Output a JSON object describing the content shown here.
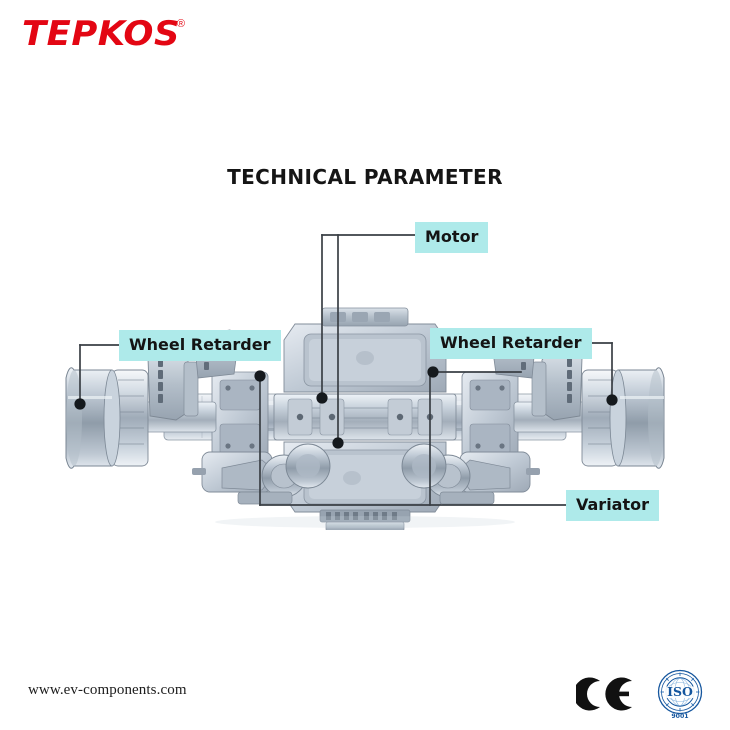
{
  "brand": {
    "name": "TEPKOS",
    "registered_mark": "®",
    "color": "#e30613"
  },
  "title": "TECHNICAL PARAMETER",
  "accent_color": "#aeeaea",
  "leader_color": "#3a3f45",
  "callouts": [
    {
      "id": "motor",
      "label": "Motor"
    },
    {
      "id": "retarder_l",
      "label": "Wheel Retarder"
    },
    {
      "id": "retarder_r",
      "label": "Wheel Retarder"
    },
    {
      "id": "variator",
      "label": "Variator"
    }
  ],
  "diagram": {
    "subject": "electric-drive-axle-assembly",
    "view": "top-down"
  },
  "footer": {
    "website": "www.ev-components.com",
    "certifications": [
      {
        "id": "ce",
        "label": "CE"
      },
      {
        "id": "iso",
        "label": "ISO",
        "standard": "9001"
      }
    ]
  }
}
